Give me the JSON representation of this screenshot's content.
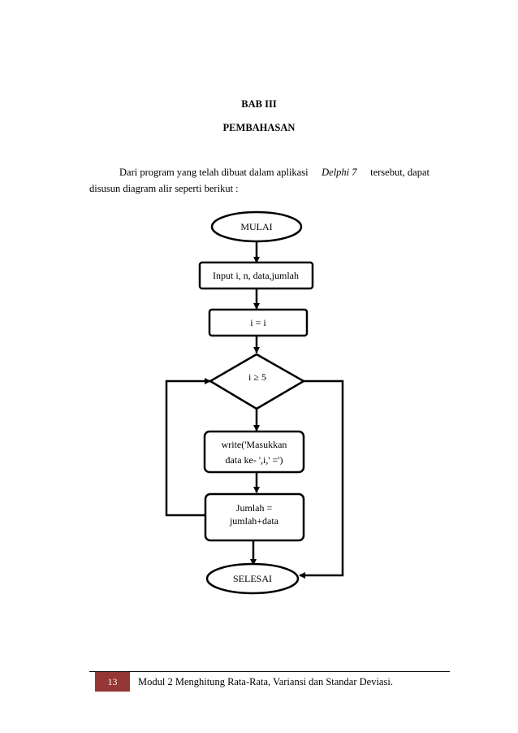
{
  "heading": {
    "chapter": "BAB III",
    "section": "PEMBAHASAN"
  },
  "intro": {
    "line1_before": "Dari program yang telah dibuat dalam aplikasi",
    "line1_italic": "Delphi 7",
    "line1_after": "tersebut, dapat",
    "line2": "disusun diagram alir seperti berikut :"
  },
  "flowchart": {
    "start": "MULAI",
    "input": "Input i, n, data,jumlah",
    "assign": "i = i",
    "decision": "i ≥ 5",
    "write_line1": "write('Masukkan",
    "write_line2": "data ke- ',i,' =')",
    "sum_line1": "Jumlah =",
    "sum_line2": "jumlah+data",
    "end": "SELESAI"
  },
  "footer": {
    "page_number": "13",
    "text": "Modul 2 Menghitung Rata-Rata, Variansi dan Standar Deviasi."
  },
  "colors": {
    "page_number_bg": "#953735",
    "page_number_fg": "#ffffff",
    "line": "#000000"
  }
}
